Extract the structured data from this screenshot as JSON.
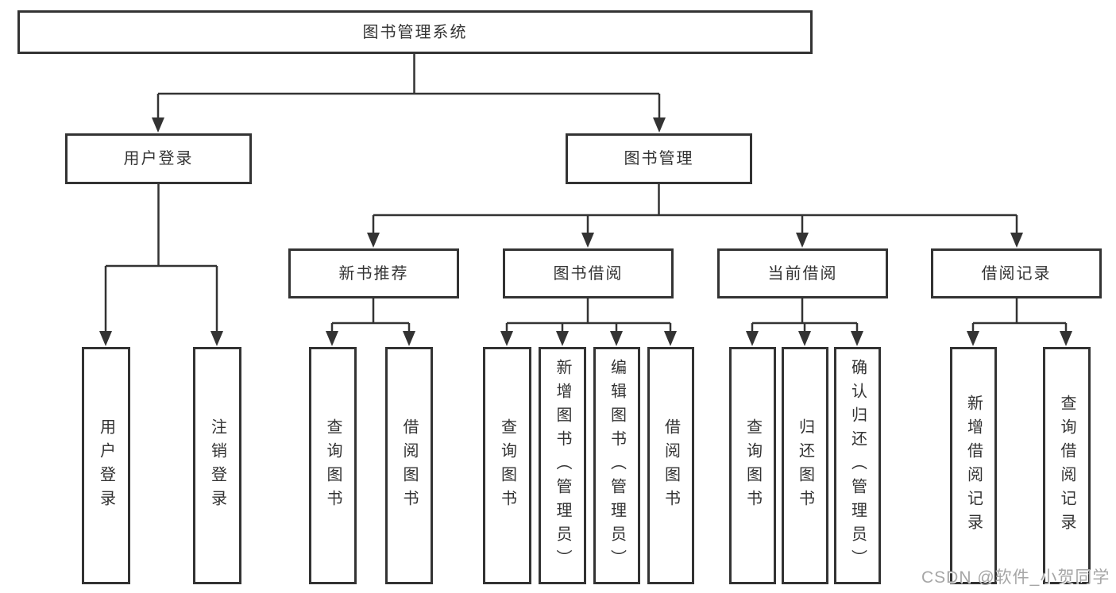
{
  "colors": {
    "line": "#333333",
    "text": "#333333",
    "box_fill": "#ffffff",
    "background": "#ffffff",
    "watermark": "#a6a6a6"
  },
  "diagram": {
    "root": {
      "label": "图书管理系统"
    },
    "branches": [
      {
        "label": "用户登录",
        "children": [
          "用户登录",
          "注销登录"
        ]
      },
      {
        "label": "图书管理",
        "sections": [
          {
            "label": "新书推荐",
            "children": [
              "查询图书",
              "借阅图书"
            ]
          },
          {
            "label": "图书借阅",
            "children": [
              "查询图书",
              "新增图书（管理员）",
              "编辑图书（管理员）",
              "借阅图书"
            ]
          },
          {
            "label": "当前借阅",
            "children": [
              "查询图书",
              "归还图书",
              "确认归还（管理员）"
            ]
          },
          {
            "label": "借阅记录",
            "children": [
              "新增借阅记录",
              "查询借阅记录"
            ]
          }
        ]
      }
    ]
  },
  "watermark": {
    "text": "CSDN @软件_小贺同学"
  }
}
